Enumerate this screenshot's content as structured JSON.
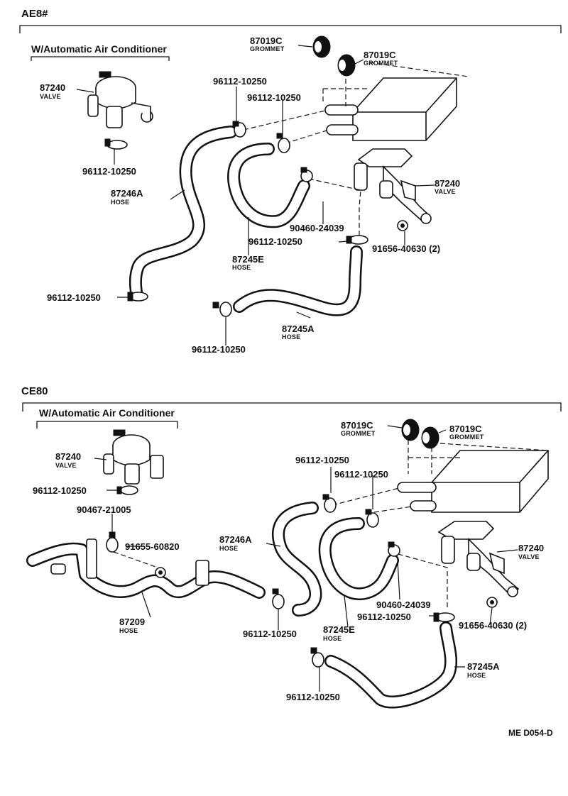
{
  "sections": [
    {
      "id": "top",
      "code": "AE8#",
      "subtitle": "W/Automatic Air Conditioner",
      "labels": [
        {
          "part": "87019C",
          "name": "GROMMET"
        },
        {
          "part": "87019C",
          "name": "GROMMET"
        },
        {
          "part": "87240",
          "name": "VALVE"
        },
        {
          "part": "96112-10250",
          "name": ""
        },
        {
          "part": "96112-10250",
          "name": ""
        },
        {
          "part": "96112-10250",
          "name": ""
        },
        {
          "part": "87246A",
          "name": "HOSE"
        },
        {
          "part": "87240",
          "name": "VALVE"
        },
        {
          "part": "90460-24039",
          "name": ""
        },
        {
          "part": "96112-10250",
          "name": ""
        },
        {
          "part": "91656-40630 (2)",
          "name": ""
        },
        {
          "part": "87245E",
          "name": "HOSE"
        },
        {
          "part": "96112-10250",
          "name": ""
        },
        {
          "part": "87245A",
          "name": "HOSE"
        },
        {
          "part": "96112-10250",
          "name": ""
        }
      ]
    },
    {
      "id": "bottom",
      "code": "CE80",
      "subtitle": "W/Automatic Air Conditioner",
      "labels": [
        {
          "part": "87019C",
          "name": "GROMMET"
        },
        {
          "part": "87019C",
          "name": "GROMMET"
        },
        {
          "part": "87240",
          "name": "VALVE"
        },
        {
          "part": "96112-10250",
          "name": ""
        },
        {
          "part": "90467-21005",
          "name": ""
        },
        {
          "part": "91655-60820",
          "name": ""
        },
        {
          "part": "96112-10250",
          "name": ""
        },
        {
          "part": "96112-10250",
          "name": ""
        },
        {
          "part": "87246A",
          "name": "HOSE"
        },
        {
          "part": "87240",
          "name": "VALVE"
        },
        {
          "part": "90460-24039",
          "name": ""
        },
        {
          "part": "96112-10250",
          "name": ""
        },
        {
          "part": "91656-40630 (2)",
          "name": ""
        },
        {
          "part": "87209",
          "name": "HOSE"
        },
        {
          "part": "96112-10250",
          "name": ""
        },
        {
          "part": "87245E",
          "name": "HOSE"
        },
        {
          "part": "87245A",
          "name": "HOSE"
        },
        {
          "part": "96112-10250",
          "name": ""
        }
      ]
    }
  ],
  "diagram_code": "ME D054-D"
}
